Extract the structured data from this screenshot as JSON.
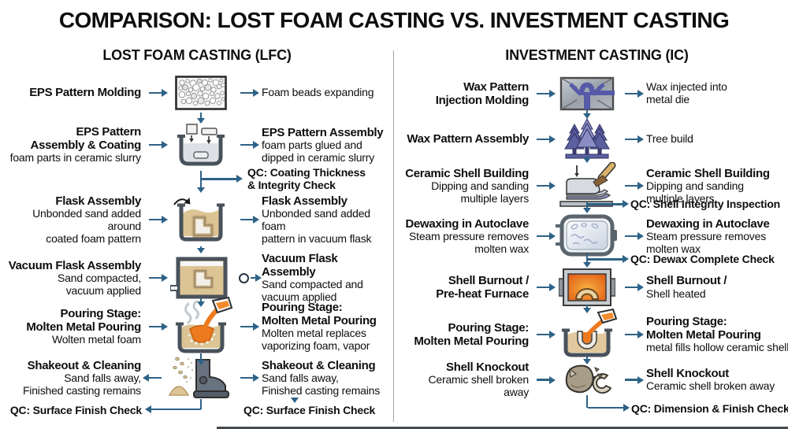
{
  "title": "COMPARISON: LOST FOAM CASTING VS. INVESTMENT CASTING",
  "colors": {
    "arrow_accent": "#2e6287",
    "steel_gray": "#49525b",
    "sand": "#dcc495",
    "molten_orange": "#ed7a1e",
    "wax_purple": "#5c5fa0",
    "furnace_orange": "#e05a17"
  },
  "left": {
    "header": "LOST FOAM CASTING (LFC)",
    "stages": [
      {
        "label": "EPS Pattern Molding",
        "icon": "foam-beads",
        "desc": "Foam beads expanding"
      },
      {
        "label": "EPS Pattern\nAssembly & Coating",
        "sub": "foam parts in ceramic slurry",
        "icon": "dipping-tank",
        "desc_title": "EPS Pattern Assembly",
        "desc": "foam parts glued and\ndipped in ceramic slurry"
      },
      {
        "label": "Flask Assembly",
        "sub": "Unbonded sand added around\ncoated foam pattern",
        "icon": "sand-flask",
        "desc_title": "Flask Assembly",
        "desc": "Unbonded sand added foam\npattern in vacuum flask"
      },
      {
        "label": "Vacuum Flask Assembly",
        "sub": "Sand compacted,\nvacuum applied",
        "icon": "vacuum-flask",
        "desc_title": "Vacuum Flask Assembly",
        "desc": "Sand compacted and\nvacuum applied"
      },
      {
        "label": "Pouring Stage:\nMolten Metal Pouring",
        "sub": "Wolten metal foam",
        "icon": "molten-pouring",
        "desc_title": "Pouring Stage:\nMolten Metal Pouring",
        "desc": "Molten metal replaces\nvaporizing foam, vapor"
      },
      {
        "label": "Shakeout & Cleaning",
        "sub": "Sand falls away,\nFinished casting remains",
        "icon": "shakeout-boot",
        "desc_title": "Shakeout & Cleaning",
        "desc": "Sand falls away,\nFinished casting remains"
      }
    ],
    "qc_coating": "QC: Coating Thickness\n& Integrity Check",
    "qc_surface_left": "QC: Surface Finish Check",
    "qc_surface_right": "QC: Surface Finish Check"
  },
  "right": {
    "header": "INVESTMENT CASTING (IC)",
    "stages": [
      {
        "label": "Wax Pattern\nInjection Molding",
        "icon": "wax-injection-die",
        "desc": "Wax injected into\nmetal die"
      },
      {
        "label": "Wax Pattern Assembly",
        "icon": "wax-tree",
        "desc": "Tree build"
      },
      {
        "label": "Ceramic Shell Building",
        "sub": "Dipping and sanding\nmultiple layers",
        "icon": "shell-dipping",
        "desc_title": "Ceramic Shell Building",
        "desc": "Dipping and sanding\nmultiple layers"
      },
      {
        "label": "Dewaxing in Autoclave",
        "sub": "Steam pressure removes\nmolten wax",
        "icon": "autoclave",
        "desc_title": "Dewaxing in Autoclave",
        "desc": "Steam pressure removes\nmolten wax"
      },
      {
        "label": "Shell Burnout /\nPre-heat Furnace",
        "icon": "burnout-furnace",
        "desc_title": "Shell Burnout /",
        "desc": "Shell heated"
      },
      {
        "label": "Pouring Stage:\nMolten Metal Pouring",
        "icon": "molten-pouring-shell",
        "desc_title": "Pouring Stage:\nMolten Metal Pouring",
        "desc": "metal fills hollow ceramic shell"
      },
      {
        "label": "Shell Knockout",
        "sub": "Ceramic shell broken away",
        "icon": "shell-knockout",
        "desc_title": "Shell Knockout",
        "desc": "Ceramic shell broken away"
      }
    ],
    "qc_shell_integrity": "QC: Shell Integrity Inspection",
    "qc_dewax": "QC: Dewax Complete Check",
    "qc_dimension": "QC: Dimension & Finish Check"
  }
}
